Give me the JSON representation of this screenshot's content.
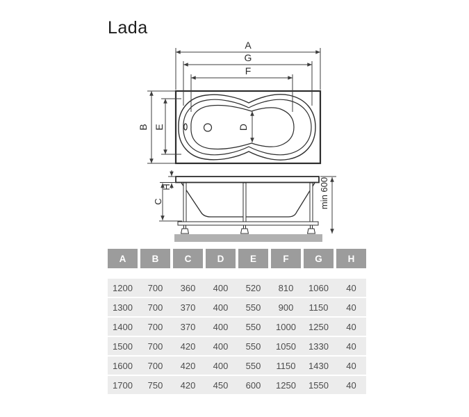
{
  "title": "Lada",
  "drawing": {
    "labels": {
      "a": "A",
      "g": "G",
      "f": "F",
      "b": "B",
      "e": "E",
      "d": "D",
      "h": "H",
      "c": "C",
      "min_height": "min 600"
    }
  },
  "table": {
    "headers": [
      "A",
      "B",
      "C",
      "D",
      "E",
      "F",
      "G",
      "H"
    ],
    "rows": [
      [
        "1200",
        "700",
        "360",
        "400",
        "520",
        "810",
        "1060",
        "40"
      ],
      [
        "1300",
        "700",
        "370",
        "400",
        "550",
        "900",
        "1150",
        "40"
      ],
      [
        "1400",
        "700",
        "370",
        "400",
        "550",
        "1000",
        "1250",
        "40"
      ],
      [
        "1500",
        "700",
        "420",
        "400",
        "550",
        "1050",
        "1330",
        "40"
      ],
      [
        "1600",
        "700",
        "420",
        "400",
        "550",
        "1150",
        "1430",
        "40"
      ],
      [
        "1700",
        "750",
        "420",
        "450",
        "600",
        "1250",
        "1550",
        "40"
      ]
    ]
  },
  "colors": {
    "header_bg": "#9c9c9c",
    "row_bg": "#ececec",
    "line": "#2d2d2d",
    "dim_line": "#3c3c3c",
    "ground": "#b1b1b1"
  }
}
